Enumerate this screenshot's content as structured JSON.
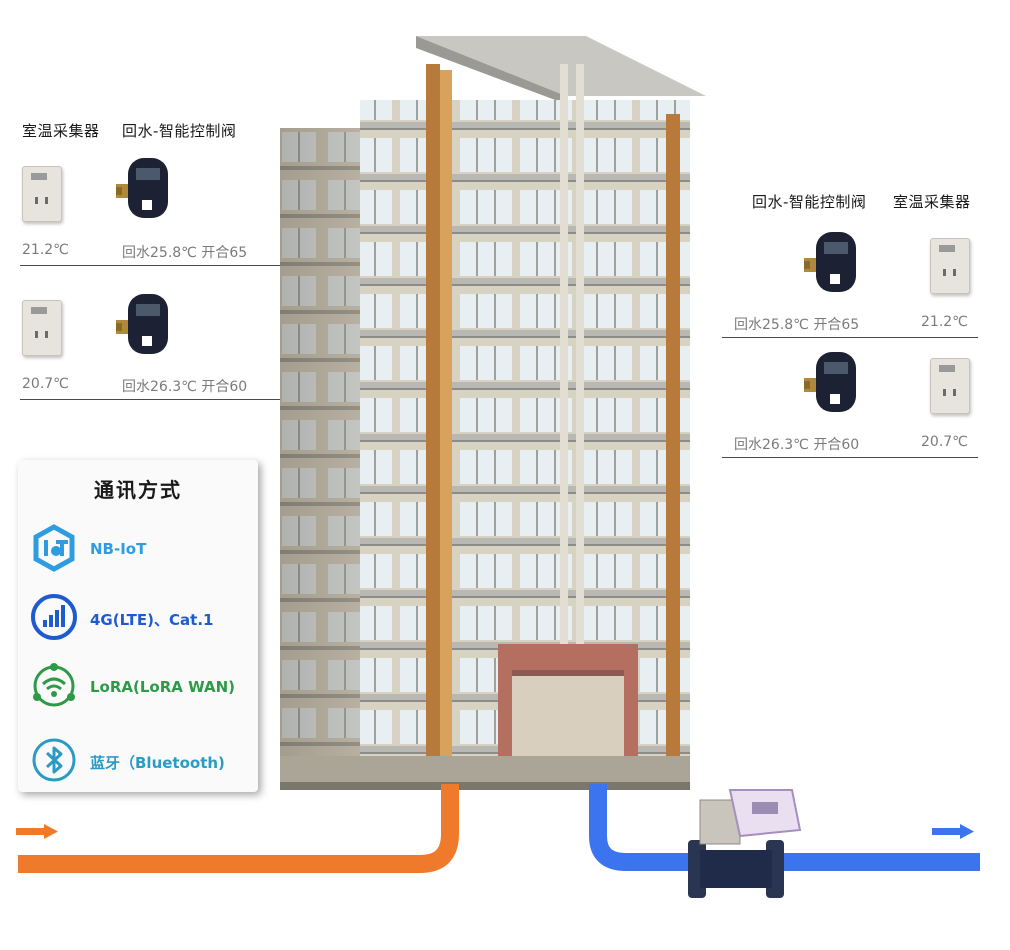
{
  "left_devices": {
    "header_collector": "室温采集器",
    "header_valve": "回水-智能控制阀",
    "rows": [
      {
        "temp": "21.2℃",
        "valve_reading": "回水25.8℃ 开合65"
      },
      {
        "temp": "20.7℃",
        "valve_reading": "回水26.3℃ 开合60"
      }
    ]
  },
  "right_devices": {
    "header_valve": "回水-智能控制阀",
    "header_collector": "室温采集器",
    "rows": [
      {
        "valve_reading": "回水25.8℃ 开合65",
        "temp": "21.2℃"
      },
      {
        "valve_reading": "回水26.3℃ 开合60",
        "temp": "20.7℃"
      }
    ]
  },
  "comm": {
    "title": "通讯方式",
    "items": [
      {
        "label": "NB-IoT",
        "icon": "iot-hexagon-icon",
        "color": "#2f9be0"
      },
      {
        "label": "4G(LTE)、Cat.1",
        "icon": "signal-bars-icon",
        "color": "#1f5bd0"
      },
      {
        "label": "LoRA(LoRA WAN)",
        "icon": "lora-wifi-icon",
        "color": "#2e9a48"
      },
      {
        "label": "蓝牙（Bluetooth)",
        "icon": "bluetooth-icon",
        "color": "#2b9bc4"
      }
    ]
  },
  "colors": {
    "supply_pipe": "#f07a2c",
    "return_pipe": "#3b74ee"
  }
}
